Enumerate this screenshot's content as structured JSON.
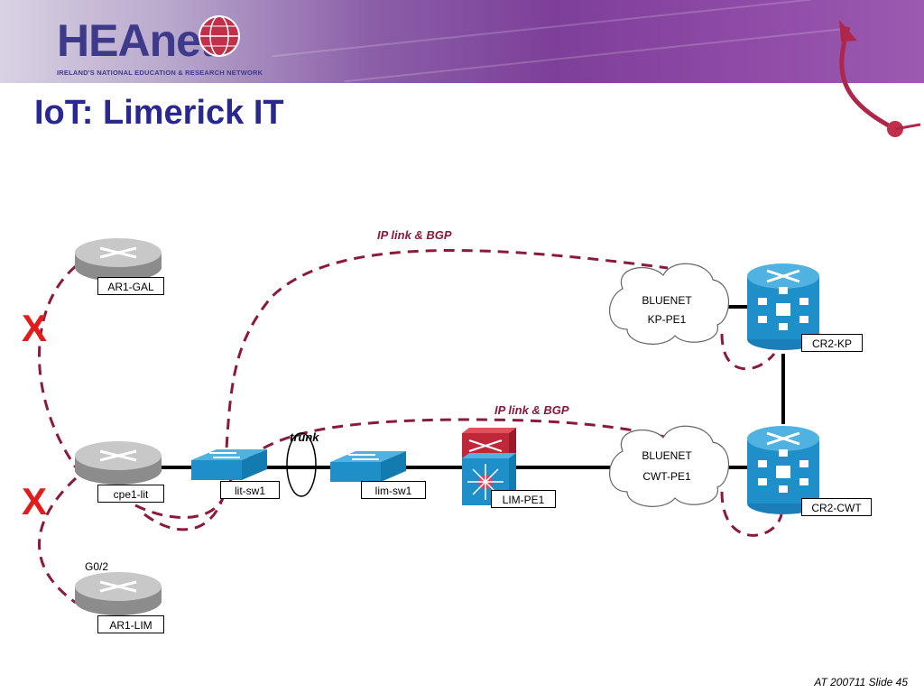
{
  "header": {
    "logo_text": "HEAnet",
    "logo_subtitle": "IRELAND'S NATIONAL EDUCATION & RESEARCH NETWORK",
    "banner_color": "#7d3f99",
    "logo_color": "#3d3a8c"
  },
  "slide": {
    "title": "IoT: Limerick IT",
    "footer": "AT 200711 Slide 45"
  },
  "diagram": {
    "devices": {
      "ar1_gal": "AR1-GAL",
      "cpe1_lit": "cpe1-lit",
      "ar1_lim": "AR1-LIM",
      "lit_sw1": "lit-sw1",
      "lim_sw1": "lim-sw1",
      "lim_pe1": "LIM-PE1",
      "cr2_kp": "CR2-KP",
      "cr2_cwt": "CR2-CWT"
    },
    "clouds": {
      "kp": {
        "line1": "BLUENET",
        "line2": "KP-PE1"
      },
      "cwt": {
        "line1": "BLUENET",
        "line2": "CWT-PE1"
      }
    },
    "labels": {
      "ip_link_top": "IP link & BGP",
      "ip_link_mid": "IP link & BGP",
      "trunk": "trunk",
      "g0_2": "G0/2",
      "x_top": "X",
      "x_bottom": "X"
    },
    "colors": {
      "dashed_link": "#8b1a3a",
      "x_mark": "#e21b1b",
      "router_blue": "#1f8fc9",
      "title": "#28288f"
    }
  }
}
